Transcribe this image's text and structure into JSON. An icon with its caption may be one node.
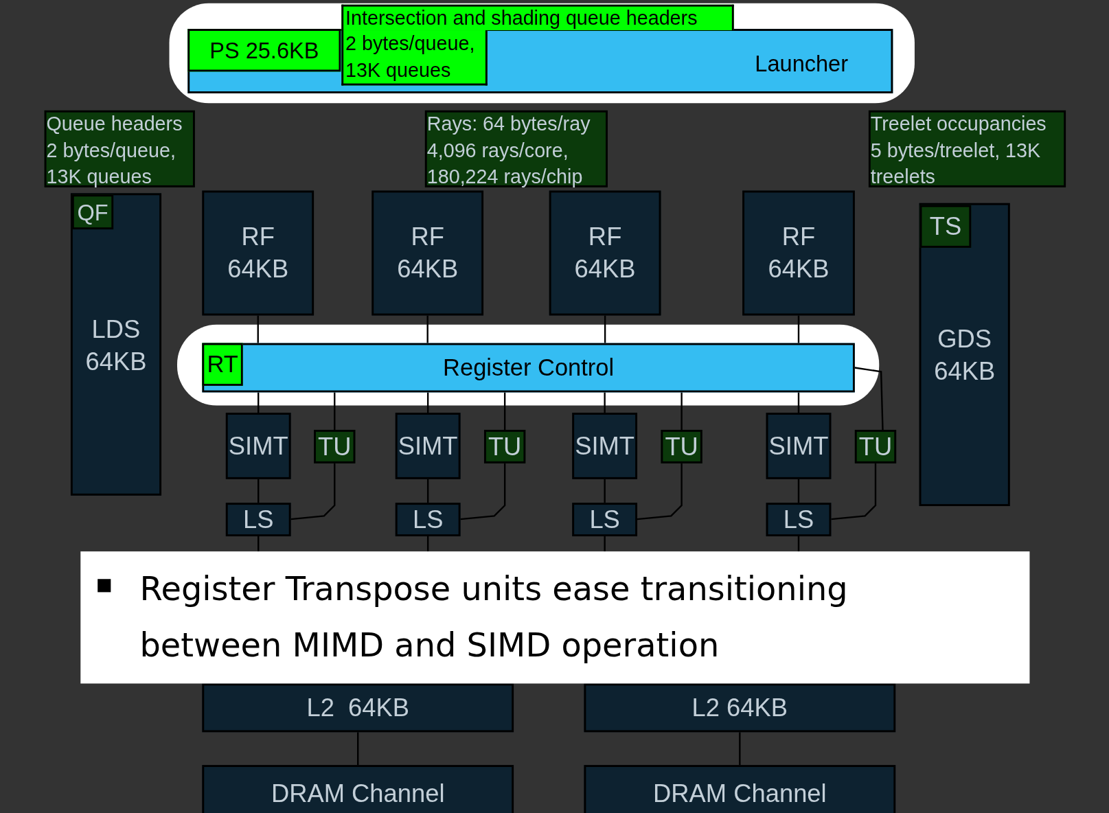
{
  "diagram": {
    "nodes": [
      {
        "text": [
          "Launcher"
        ]
      },
      {
        "text": [
          "PS 25.6KB"
        ],
        "in": 0
      },
      {
        "text": [
          "Intersection and shading queue headers",
          "2 bytes/queue, 13K queues"
        ]
      },
      {
        "text": [
          "LDS 64KB"
        ]
      },
      {
        "text": [
          "QF"
        ],
        "in": 3
      },
      {
        "text": [
          "Queue headers 2 bytes/queue, 13K queues"
        ]
      },
      {
        "text": [
          "RF 64KB"
        ]
      },
      {
        "text": [
          "RF 64KB"
        ]
      },
      {
        "text": [
          "Rays: 64 bytes/ray 4,096 rays/core, 180,224 rays/chip"
        ]
      },
      {
        "text": [
          "RF 64KB"
        ]
      },
      {
        "text": [
          "RF 64KB"
        ]
      },
      {
        "text": [
          "GDS 64KB"
        ]
      },
      {
        "text": [
          "TS"
        ],
        "in": 11
      },
      {
        "text": [
          "Treelet occupancies 5 bytes/treelet, 13K treelets"
        ]
      },
      {
        "text": [
          "Register Control"
        ]
      },
      {
        "text": [
          "RT"
        ],
        "in": 14
      },
      {
        "text": [
          "SIMT"
        ]
      },
      {
        "text": [
          "TU"
        ]
      },
      {
        "text": [
          "LS"
        ]
      },
      {
        "text": [
          "SIMT"
        ]
      },
      {
        "text": [
          "TU"
        ]
      },
      {
        "text": [
          "LS"
        ]
      },
      {
        "text": [
          "SIMT"
        ]
      },
      {
        "text": [
          "TU"
        ]
      },
      {
        "text": [
          "LS"
        ]
      },
      {
        "text": [
          "SIMT"
        ]
      },
      {
        "text": [
          "TU"
        ]
      },
      {
        "text": [
          "LS"
        ]
      },
      {
        "text": [
          "L2  64KB"
        ]
      },
      {
        "text": [
          "L2 64KB"
        ]
      },
      {
        "text": [
          "DRAM Channel"
        ]
      },
      {
        "text": [
          "DRAM Channel"
        ]
      }
    ],
    "edges": [
      {
        "from": 6,
        "to": 14,
        "arrow": "none"
      },
      {
        "from": 7,
        "to": 14,
        "arrow": "none"
      },
      {
        "from": 9,
        "to": 14,
        "arrow": "none"
      },
      {
        "from": 10,
        "to": 14,
        "arrow": "none"
      },
      {
        "from": 14,
        "to": 16,
        "arrow": "none"
      },
      {
        "from": 14,
        "to": 17,
        "arrow": "none"
      },
      {
        "from": 16,
        "to": 18,
        "arrow": "none"
      },
      {
        "from": 17,
        "to": 18,
        "arrow": "none"
      },
      {
        "from": 18,
        "to": null,
        "arrow": "none"
      },
      {
        "from": 14,
        "to": 19,
        "arrow": "none"
      },
      {
        "from": 14,
        "to": 20,
        "arrow": "none"
      },
      {
        "from": 19,
        "to": 21,
        "arrow": "none"
      },
      {
        "from": 20,
        "to": 21,
        "arrow": "none"
      },
      {
        "from": 21,
        "to": null,
        "arrow": "none"
      },
      {
        "from": 14,
        "to": 22,
        "arrow": "none"
      },
      {
        "from": 14,
        "to": 23,
        "arrow": "none"
      },
      {
        "from": 22,
        "to": 24,
        "arrow": "none"
      },
      {
        "from": 23,
        "to": 24,
        "arrow": "none"
      },
      {
        "from": 24,
        "to": null,
        "arrow": "none"
      },
      {
        "from": 14,
        "to": 25,
        "arrow": "none"
      },
      {
        "from": 14,
        "to": 26,
        "arrow": "none"
      },
      {
        "from": 25,
        "to": 27,
        "arrow": "none"
      },
      {
        "from": 26,
        "to": 27,
        "arrow": "none"
      },
      {
        "from": 27,
        "to": null,
        "arrow": "none"
      },
      {
        "from": 28,
        "to": 30,
        "arrow": "none"
      },
      {
        "from": 29,
        "to": 31,
        "arrow": "none"
      }
    ],
    "labels": [
      "Register Transpose units ease transitioning between MIMD and SIMD operation"
    ]
  }
}
